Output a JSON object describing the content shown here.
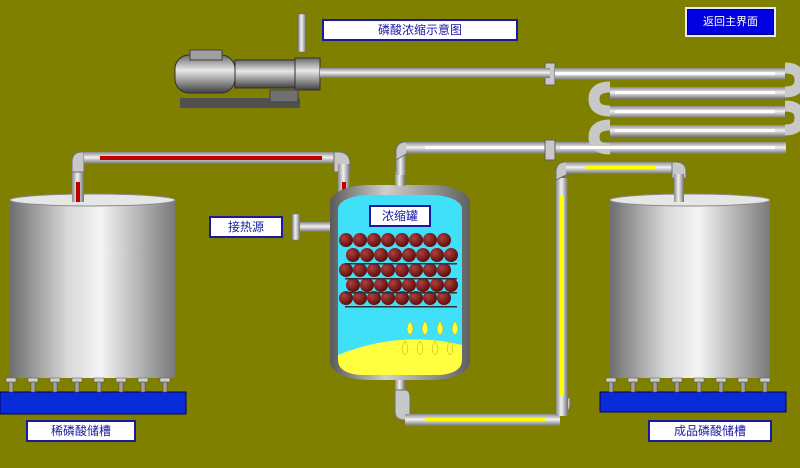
{
  "header": {
    "title": "磷酸浓缩示意图"
  },
  "nav": {
    "return_main": "返回主界面"
  },
  "labels": {
    "heat_source": "接热源",
    "concentrator": "浓缩罐",
    "dilute_tank": "稀磷酸储槽",
    "product_tank": "成品磷酸储槽"
  },
  "colors": {
    "background": "#7f7f00",
    "label_border": "#1a1aa0",
    "base_blue": "#0a2cd8",
    "liquid_cyan": "#40e0f8",
    "liquid_yellow": "#ffff40",
    "bubble": "#8b1a1a",
    "flow_red": "#c00000",
    "flow_yellow": "#ffff00"
  },
  "icons": [
    "pump-motor-icon",
    "heat-exchanger-icon"
  ]
}
